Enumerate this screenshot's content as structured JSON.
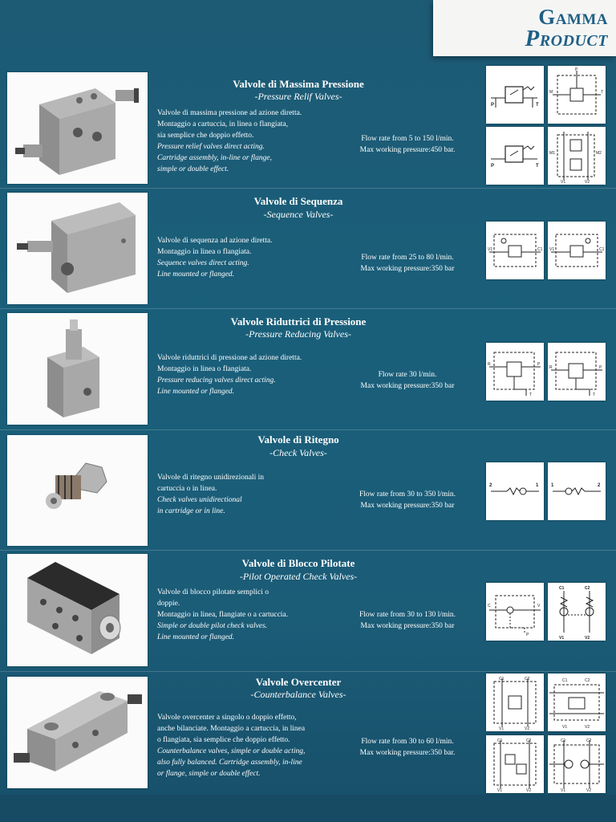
{
  "brand": {
    "line1": "Gamma",
    "line2": "Product"
  },
  "sections": [
    {
      "title": "Valvole di Massima Pressione",
      "subtitle": "-Pressure Relif Valves-",
      "desc_it": [
        "Valvole di massima pressione ad azione diretta.",
        "Montaggio a cartuccia, in linea o flangiata,",
        "sia semplice che doppio effetto."
      ],
      "desc_en": [
        "Pressure relief valves direct acting.",
        "Cartridge assembly, in-line or flange,",
        "simple or double effect."
      ],
      "flow": "Flow rate from 5 to 150 l/min.",
      "pressure": "Max working pressure:450 bar.",
      "symbols": [
        {
          "icon": "relief-valve-symbol-icon",
          "labels": [
            "P",
            "T"
          ]
        },
        {
          "icon": "relief-valve-manifold-symbol-icon",
          "labels": [
            "P",
            "M",
            "T"
          ]
        },
        {
          "icon": "relief-valve-symbol-icon",
          "labels": [
            "P",
            "T"
          ]
        },
        {
          "icon": "double-relief-valve-symbol-icon",
          "labels": [
            "V1",
            "V2",
            "M1",
            "M2"
          ]
        }
      ]
    },
    {
      "title": "Valvole di Sequenza",
      "subtitle": "-Sequence Valves-",
      "desc_it": [
        "Valvole di sequenza ad azione diretta.",
        "Montaggio in linea o flangiata."
      ],
      "desc_en": [
        "Sequence valves direct acting.",
        "Line mounted or flanged."
      ],
      "flow": "Flow rate from 25 to 80 l/min.",
      "pressure": "Max working pressure:350 bar",
      "symbols": [
        {
          "icon": "sequence-valve-symbol-icon",
          "labels": [
            "V1",
            "C1"
          ]
        },
        {
          "icon": "sequence-valve-symbol-icon",
          "labels": [
            "V1",
            "C1"
          ]
        }
      ]
    },
    {
      "title": "Valvole Riduttrici di Pressione",
      "subtitle": "-Pressure Reducing Valves-",
      "desc_it": [
        "Valvole riduttrici di pressione ad azione diretta.",
        "Montaggio in linea o flangiata."
      ],
      "desc_en": [
        "Pressure reducing valves direct acting.",
        "Line mounted or flanged."
      ],
      "flow": "Flow rate 30 l/min.",
      "pressure": "Max working pressure:350 bar",
      "symbols": [
        {
          "icon": "reducing-valve-symbol-icon",
          "labels": [
            "R",
            "P",
            "T"
          ]
        },
        {
          "icon": "reducing-valve-symbol-icon",
          "labels": [
            "R",
            "P",
            "T"
          ]
        }
      ]
    },
    {
      "title": "Valvole di Ritegno",
      "subtitle": "-Check Valves-",
      "desc_it": [
        "Valvole di ritegno unidirezionali in",
        "cartuccia o in linea."
      ],
      "desc_en": [
        "Check valves unidirectional",
        "in cartridge or in line."
      ],
      "flow": "Flow rate from 30 to 350 l/min.",
      "pressure": "Max working pressure:350 bar",
      "symbols": [
        {
          "icon": "check-valve-symbol-icon",
          "labels": [
            "2",
            "1"
          ]
        },
        {
          "icon": "check-valve-symbol-icon",
          "labels": [
            "1",
            "2"
          ]
        }
      ]
    },
    {
      "title": "Valvole di Blocco Pilotate",
      "subtitle": "-Pilot Operated Check Valves-",
      "desc_it": [
        "Valvole di blocco pilotate semplici o",
        "doppie.",
        "Montaggio in linea, flangiate o a cartuccia."
      ],
      "desc_en": [
        "Simple or double pilot check valves.",
        "Line mounted or flanged."
      ],
      "flow": "Flow rate from 30 to 130 l/min.",
      "pressure": "Max working pressure:350 bar",
      "symbols": [
        {
          "icon": "pilot-check-valve-symbol-icon",
          "labels": [
            "C",
            "V",
            "P"
          ]
        },
        {
          "icon": "double-pilot-check-valve-symbol-icon",
          "labels": [
            "C1",
            "C2",
            "V1",
            "V2"
          ]
        }
      ]
    },
    {
      "title": "Valvole Overcenter",
      "subtitle": "-Counterbalance Valves-",
      "desc_it": [
        "Valvole overcenter a singolo o doppio effetto,",
        "anche bilanciate. Montaggio a cartuccia, in linea",
        "o flangiata, sia semplice che doppio effetto."
      ],
      "desc_en": [
        "Counterbalance valves, simple or double acting,",
        "also fully balanced. Cartridge assembly, in-line",
        "or flange, simple or double effect."
      ],
      "flow": "Flow rate from 30 to 60 l/min.",
      "pressure": "Max working pressure:350 bar.",
      "symbols": [
        {
          "icon": "counterbalance-valve-symbol-icon",
          "labels": [
            "C1",
            "C2",
            "V1",
            "V2"
          ]
        },
        {
          "icon": "counterbalance-valve-symbol-icon",
          "labels": [
            "C1",
            "C2",
            "V1",
            "V2"
          ]
        },
        {
          "icon": "double-counterbalance-valve-symbol-icon",
          "labels": [
            "C1",
            "C2",
            "V1",
            "V2"
          ]
        },
        {
          "icon": "double-counterbalance-valve-symbol-icon",
          "labels": [
            "C1",
            "C2",
            "V1",
            "V2"
          ]
        }
      ]
    }
  ]
}
